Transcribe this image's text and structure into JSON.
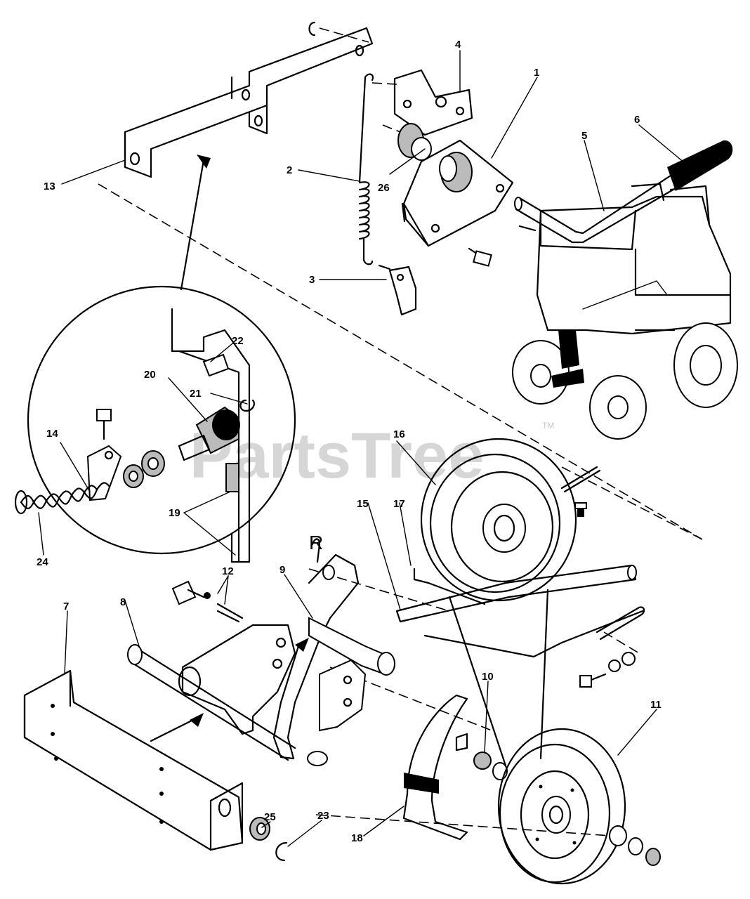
{
  "watermark": {
    "text": "PartsTree",
    "trademark": "TM"
  },
  "callouts": [
    {
      "id": "1",
      "label": "1"
    },
    {
      "id": "2",
      "label": "2"
    },
    {
      "id": "3",
      "label": "3"
    },
    {
      "id": "4",
      "label": "4"
    },
    {
      "id": "5",
      "label": "5"
    },
    {
      "id": "6",
      "label": "6"
    },
    {
      "id": "7",
      "label": "7"
    },
    {
      "id": "8",
      "label": "8"
    },
    {
      "id": "9",
      "label": "9"
    },
    {
      "id": "10",
      "label": "10"
    },
    {
      "id": "11",
      "label": "11"
    },
    {
      "id": "12",
      "label": "12"
    },
    {
      "id": "13",
      "label": "13"
    },
    {
      "id": "14",
      "label": "14"
    },
    {
      "id": "15",
      "label": "15"
    },
    {
      "id": "16",
      "label": "16"
    },
    {
      "id": "17",
      "label": "17"
    },
    {
      "id": "18",
      "label": "18"
    },
    {
      "id": "19",
      "label": "19"
    },
    {
      "id": "20",
      "label": "20"
    },
    {
      "id": "21",
      "label": "21"
    },
    {
      "id": "22",
      "label": "22"
    },
    {
      "id": "23",
      "label": "23"
    },
    {
      "id": "24",
      "label": "24"
    },
    {
      "id": "25",
      "label": "25"
    },
    {
      "id": "26",
      "label": "26"
    }
  ],
  "hairpin_letter": "R"
}
